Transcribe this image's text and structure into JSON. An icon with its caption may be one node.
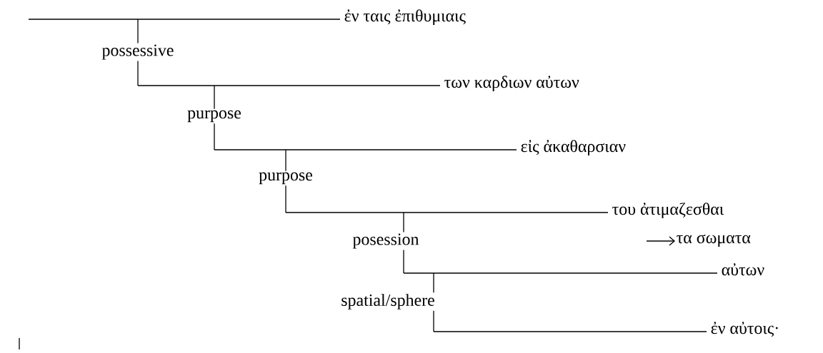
{
  "diagram": {
    "nodes": [
      {
        "text": [
          "ἐν ταις ἐπιθυμιαις"
        ]
      },
      {
        "text": [
          "των καρδιων αὐτων"
        ]
      },
      {
        "text": [
          "εἰς ἀκαθαρσιαν"
        ]
      },
      {
        "text": [
          "του ἀτιμαζεσθαι"
        ]
      },
      {
        "text": [
          "τα σωματα"
        ]
      },
      {
        "text": [
          "αὐτων"
        ]
      },
      {
        "text": [
          "ἐν αὐτοις·"
        ]
      }
    ],
    "edges": [
      {
        "from": 0,
        "to": 1,
        "arrow": "none",
        "label": "possessive"
      },
      {
        "from": 1,
        "to": 2,
        "arrow": "none",
        "label": "purpose"
      },
      {
        "from": 2,
        "to": 3,
        "arrow": "none",
        "label": "purpose"
      },
      {
        "from": 3,
        "to": 5,
        "arrow": "none",
        "label": "posession"
      },
      {
        "from": 5,
        "to": 6,
        "arrow": "none",
        "label": "spatial/sphere"
      },
      {
        "from": null,
        "to": 4,
        "arrow": "to"
      }
    ]
  }
}
